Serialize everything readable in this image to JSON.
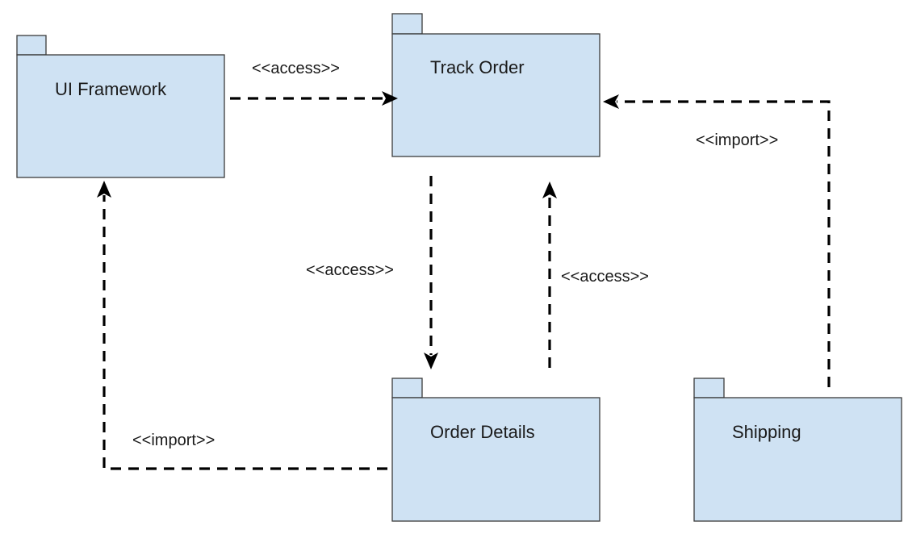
{
  "colors": {
    "package_fill": "#cfe2f3",
    "package_border": "#3b3b3b",
    "edge": "#000000",
    "background": "#ffffff"
  },
  "packages": {
    "ui_framework": {
      "name": "UI Framework"
    },
    "track_order": {
      "name": "Track Order"
    },
    "order_details": {
      "name": "Order Details"
    },
    "shipping": {
      "name": "Shipping"
    }
  },
  "relations": {
    "ui_to_track": {
      "from": "UI Framework",
      "to": "Track Order",
      "stereotype": "<<access>>"
    },
    "track_to_details": {
      "from": "Track Order",
      "to": "Order Details",
      "stereotype": "<<access>>"
    },
    "details_to_track": {
      "from": "Order Details",
      "to": "Track Order",
      "stereotype": "<<access>>"
    },
    "shipping_to_track": {
      "from": "Shipping",
      "to": "Track Order",
      "stereotype": "<<import>>"
    },
    "details_to_ui": {
      "from": "Order Details",
      "to": "UI Framework",
      "stereotype": "<<import>>"
    }
  }
}
